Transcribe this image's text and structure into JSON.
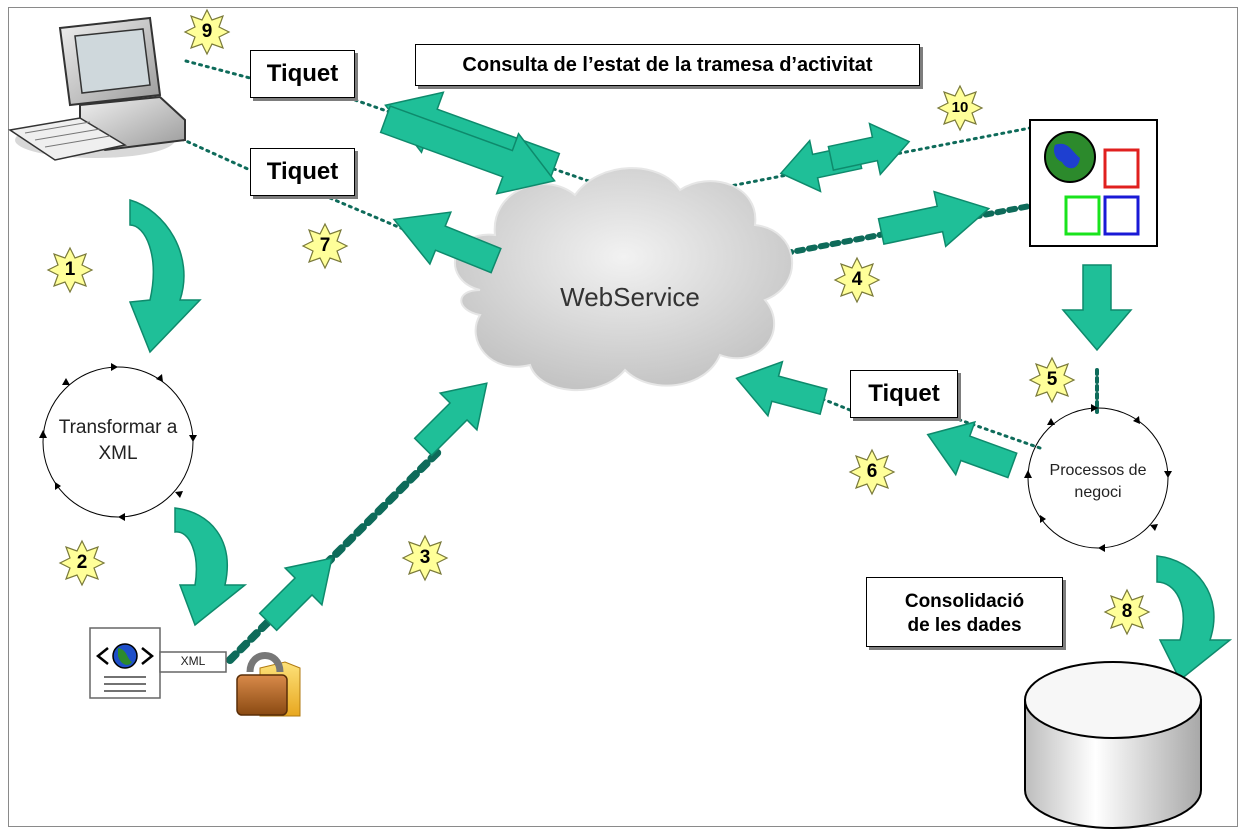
{
  "labels": {
    "tiquet_top": "Tiquet",
    "tiquet_mid": "Tiquet",
    "tiquet_right": "Tiquet",
    "query_title": "Consulta de l’estat de la tramesa d’activitat",
    "consolidation_line1": "Consolidació",
    "consolidation_line2": "de les dades",
    "webservice": "WebService",
    "transform_line1": "Transformar a",
    "transform_line2": "XML",
    "process_line1": "Processos de",
    "process_line2": "negoci",
    "xml_tag": "XML"
  },
  "steps": [
    "1",
    "2",
    "3",
    "4",
    "5",
    "6",
    "7",
    "8",
    "9",
    "10"
  ],
  "colors": {
    "arrow": "#1fbf98",
    "arrow_dark": "#0e8a6c",
    "dotted_link": "#0e6b5a",
    "star": "#ffff99",
    "cloud": "#d9d9d9",
    "red": "#e0201f",
    "green": "#19e31c",
    "blue": "#1a1ad6"
  },
  "icons": [
    "computer-icon",
    "xml-document-icon",
    "padlock-folder-icon",
    "web-app-icon",
    "database-icon",
    "cloud-icon"
  ]
}
